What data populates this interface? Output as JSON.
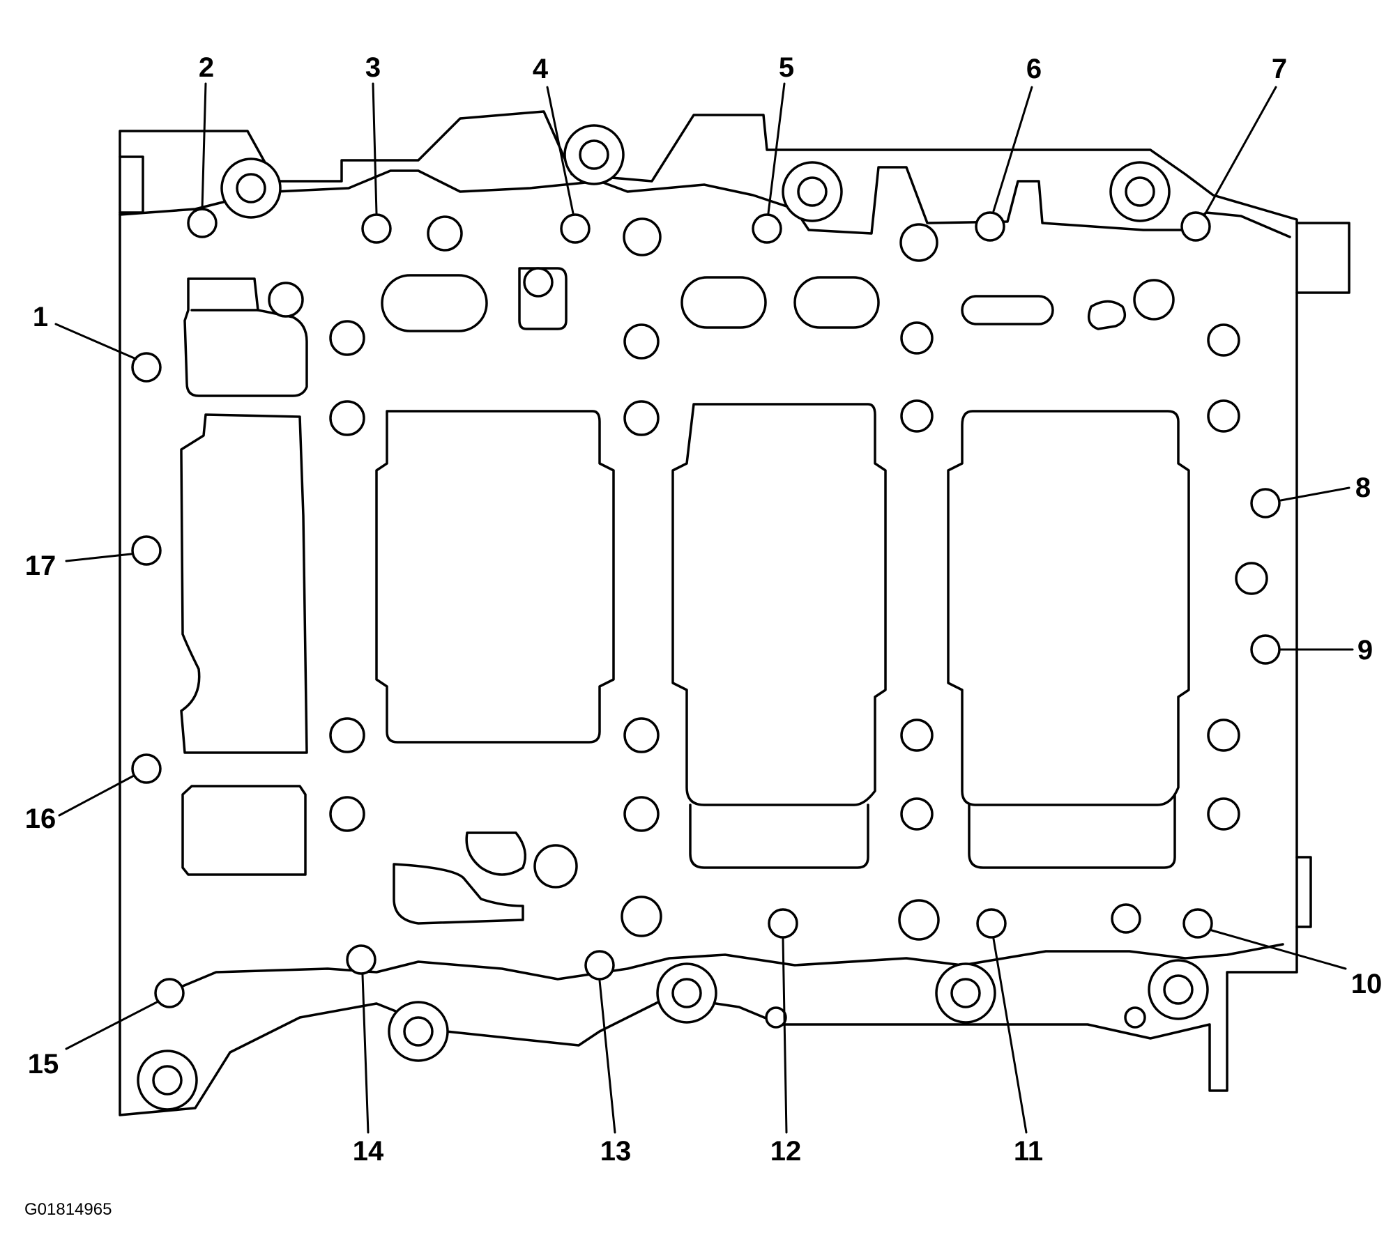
{
  "figure_code": "G01814965",
  "callouts": [
    {
      "number": "1"
    },
    {
      "number": "2"
    },
    {
      "number": "3"
    },
    {
      "number": "4"
    },
    {
      "number": "5"
    },
    {
      "number": "6"
    },
    {
      "number": "7"
    },
    {
      "number": "8"
    },
    {
      "number": "9"
    },
    {
      "number": "10"
    },
    {
      "number": "11"
    },
    {
      "number": "12"
    },
    {
      "number": "13"
    },
    {
      "number": "14"
    },
    {
      "number": "15"
    },
    {
      "number": "16"
    },
    {
      "number": "17"
    }
  ]
}
